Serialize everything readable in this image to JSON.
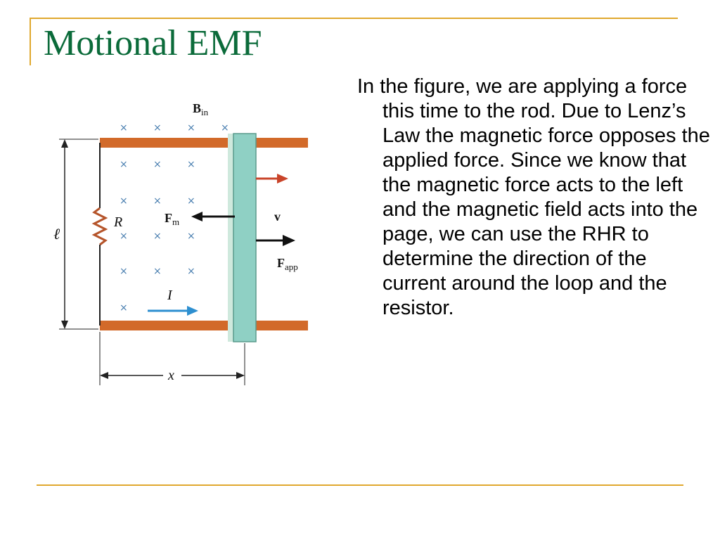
{
  "slide": {
    "title": "Motional EMF",
    "body": "In the figure, we are applying a force this time to the rod. Due to Lenz’s Law the magnetic force opposes the applied force. Since we know that the magnetic force acts to the left and the magnetic field acts into the page, we can use the RHR to determine the direction of the current around the loop and the resistor."
  },
  "figure": {
    "field_label_main": "B",
    "field_label_sub": "in",
    "length_label": "ℓ",
    "resistor_label": "R",
    "magnetic_force_main": "F",
    "magnetic_force_sub": "m",
    "velocity_label": "v",
    "applied_force_main": "F",
    "applied_force_sub": "app",
    "current_label": "I",
    "distance_label": "x",
    "field_symbol": "×",
    "colors": {
      "rail": "#d26a2a",
      "rod": "#8fd0c4",
      "velocity_arrow": "#c9442a",
      "current_arrow": "#2d8fd0",
      "field_marks": "#4a7fb0"
    }
  }
}
